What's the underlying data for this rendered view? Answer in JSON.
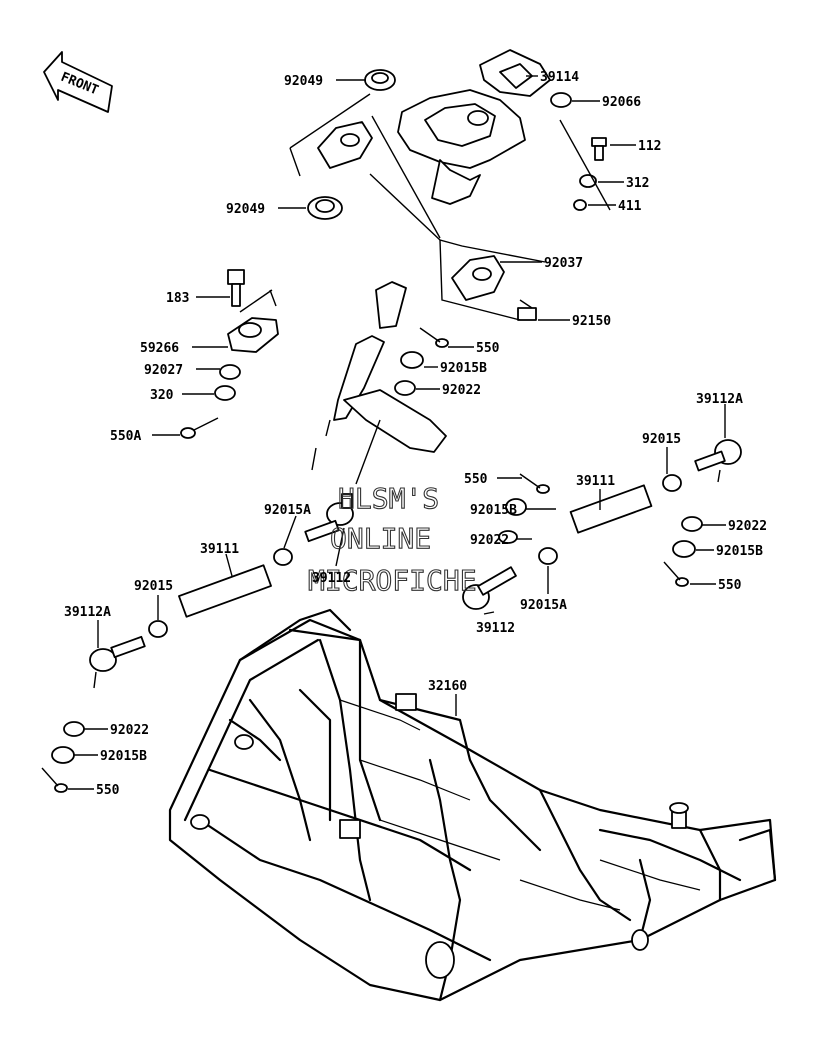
{
  "front_arrow": {
    "text": "FRONT"
  },
  "watermark": {
    "lines": [
      "HLSM'S",
      "ONLINE",
      "MICROFICHE"
    ]
  },
  "callouts": [
    {
      "id": "c1",
      "text": "92049"
    },
    {
      "id": "c2",
      "text": "39114"
    },
    {
      "id": "c3",
      "text": "92066"
    },
    {
      "id": "c4",
      "text": "112"
    },
    {
      "id": "c5",
      "text": "312"
    },
    {
      "id": "c6",
      "text": "411"
    },
    {
      "id": "c7",
      "text": "92049"
    },
    {
      "id": "c8",
      "text": "92037"
    },
    {
      "id": "c9",
      "text": "183"
    },
    {
      "id": "c10",
      "text": "92150"
    },
    {
      "id": "c11",
      "text": "59266"
    },
    {
      "id": "c12",
      "text": "550"
    },
    {
      "id": "c13",
      "text": "92027"
    },
    {
      "id": "c14",
      "text": "92015B"
    },
    {
      "id": "c15",
      "text": "320"
    },
    {
      "id": "c16",
      "text": "92022"
    },
    {
      "id": "c17",
      "text": "550A"
    },
    {
      "id": "c18",
      "text": "39112A"
    },
    {
      "id": "c19",
      "text": "92015"
    },
    {
      "id": "c20",
      "text": "550"
    },
    {
      "id": "c21",
      "text": "39111"
    },
    {
      "id": "c22",
      "text": "92015A"
    },
    {
      "id": "c23",
      "text": "92015B"
    },
    {
      "id": "c24",
      "text": "92022"
    },
    {
      "id": "c25",
      "text": "92022"
    },
    {
      "id": "c26",
      "text": "92015B"
    },
    {
      "id": "c27",
      "text": "39111"
    },
    {
      "id": "c28",
      "text": "39112"
    },
    {
      "id": "c29",
      "text": "92015A"
    },
    {
      "id": "c30",
      "text": "550"
    },
    {
      "id": "c31",
      "text": "92015"
    },
    {
      "id": "c32",
      "text": "39112"
    },
    {
      "id": "c33",
      "text": "39112A"
    },
    {
      "id": "c34",
      "text": "32160"
    },
    {
      "id": "c35",
      "text": "92022"
    },
    {
      "id": "c36",
      "text": "92015B"
    },
    {
      "id": "c37",
      "text": "550"
    }
  ]
}
